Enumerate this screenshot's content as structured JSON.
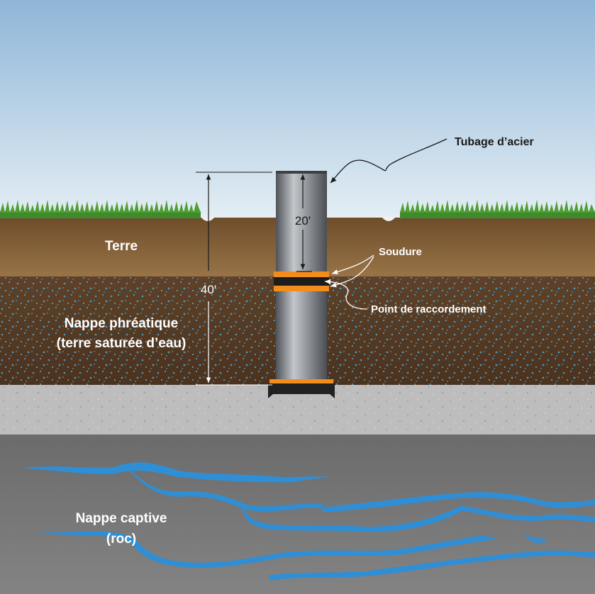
{
  "labels": {
    "casing": "Tubage d’acier",
    "weld": "Soudure",
    "joint": "Point de raccordement",
    "soil": "Terre",
    "water_table_line1": "Nappe phréatique",
    "water_table_line2": "(terre saturée d’eau)",
    "aquifer_line1": "Nappe captive",
    "aquifer_line2": "(roc)"
  },
  "dimensions": {
    "upper_section": "20'",
    "total_depth": "40'"
  },
  "colors": {
    "sky_top": "#8fb6d8",
    "sky_bottom": "#e4eef4",
    "grass": "#3f8a2c",
    "soil_top": "#6d4c2b",
    "soil_bottom": "#9a7548",
    "saturated": "#5b3f26",
    "water_dots": "#3fa3d9",
    "gravel": "#bdbdbd",
    "rock": "#707070",
    "water_vein": "#2f8fd6",
    "steel_dark": "#5c5f63",
    "steel_light": "#b7bbbf",
    "weld_band": "#f28c1b",
    "joint_band": "#1c1c1c"
  }
}
